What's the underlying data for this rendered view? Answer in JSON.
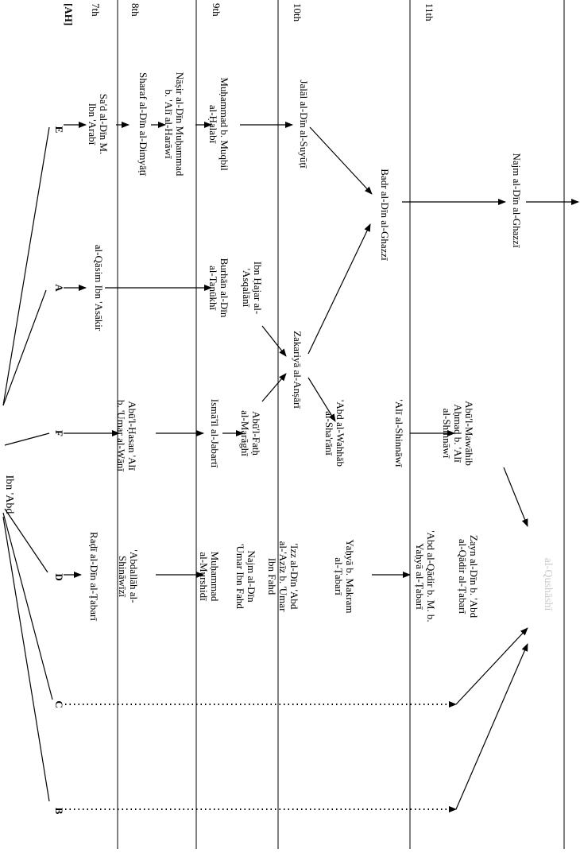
{
  "title": "",
  "root": "Ibn 'Abd",
  "centuries": {
    "era": "[AH]",
    "c7": "7th",
    "c8": "8th",
    "c9": "9th",
    "c10": "10th",
    "c11": "11th"
  },
  "lines": {
    "E": "E",
    "A": "A",
    "F": "F",
    "D": "D",
    "C": "C",
    "B": "B"
  },
  "names": {
    "e1": [
      "Sa'd al-Dīn M.",
      "Ibn 'Arabī"
    ],
    "e2": [
      "Sharaf al-Dīn al-Dimyāṭī"
    ],
    "e3": [
      "Nāṣir al-Dīn Muḥammad",
      "b. 'Alī al-Harāwī"
    ],
    "e4": [
      "Muḥammad b. Muqbil",
      "al-Ḥalabī"
    ],
    "e5": [
      "Jalāl al-Dīn al-Suyūṭī"
    ],
    "a1": [
      "al-Qāsim Ibn 'Asākir"
    ],
    "a2": [
      "Burhān al-Dīn",
      "al-Tanūkhī"
    ],
    "a3": [
      "Ibn Ḥajar al-",
      "'Asqalānī"
    ],
    "zak": [
      "Zakariyā al-Anṣārī"
    ],
    "badr": [
      "Badr al-Dīn al-Ghazzī"
    ],
    "najm": [
      "Najm al-Dīn al-Ghazzī"
    ],
    "f1": [
      "Abū'l-Ḥasan 'Alī",
      "b. 'Umar al-Wānī"
    ],
    "f2": [
      "Ismā'īl al-Jabartī"
    ],
    "f3": [
      "Abū'l-Fatḥ",
      "al-Marāghī"
    ],
    "f4": [
      "'Abd al-Wahhāb",
      "al-Sha'rānī"
    ],
    "f5": [
      "'Alī al-Shinnāwī"
    ],
    "f6": [
      "Abū'l-Mawāhib",
      "Aḥmad b. 'Alī",
      "al-Shinnāwī"
    ],
    "d1": [
      "Raḍī al-Dīn al-Ṭabarī"
    ],
    "d2": [
      "'Abdallāh al-",
      "Shināwīzī"
    ],
    "d3": [
      "Muḥammad",
      "al-Murshidī"
    ],
    "d4": [
      "Najm al-Dīn",
      "'Umar Ibn Fahd"
    ],
    "d5": [
      "'Izz al-Dīn 'Abd",
      "al-'Azīz b. 'Umar",
      "Ibn Fahd"
    ],
    "d6": [
      "Yaḥyā b. Makram",
      "al-Ṭabarī"
    ],
    "d7": [
      "'Abd al-Qādir b. M. b.",
      "Yaḥyā al-Ṭabarī"
    ],
    "d8": [
      "Zayn al-Dīn b. 'Abd",
      "al-Qādir al-Ṭabarī"
    ]
  },
  "center_label": "al-Qushāshī"
}
